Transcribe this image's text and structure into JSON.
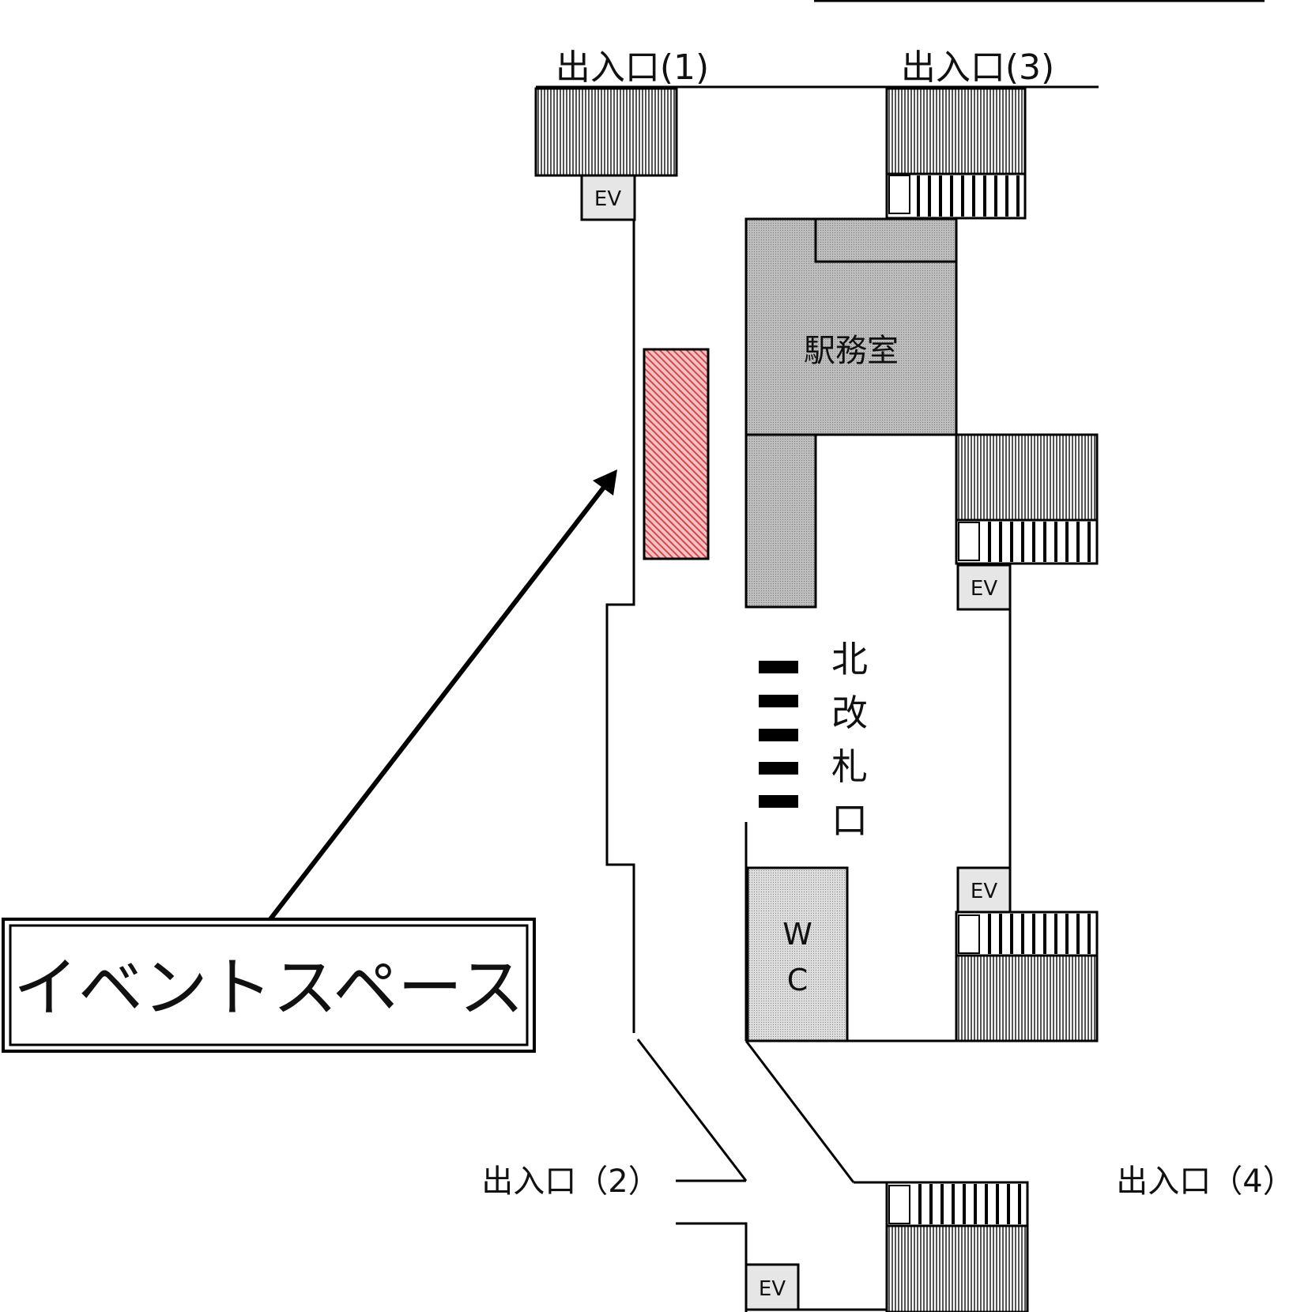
{
  "map": {
    "entrances": {
      "e1": "出入口(1)",
      "e2": "出入口（2）",
      "e3": "出入口(3)",
      "e4": "出入口（4）"
    },
    "rooms": {
      "station_office": "駅務室",
      "wc_line1": "W",
      "wc_line2": "C"
    },
    "gate": {
      "label": [
        "北",
        "改",
        "札",
        "口"
      ]
    },
    "elevator_label": "EV",
    "callout": {
      "text": "イベントスペース"
    },
    "colors": {
      "event_space_fill": "#f2b8b8",
      "event_space_hatch": "#d8454d",
      "office_fill": "#b5b5b5",
      "wc_fill": "#d4d4d4",
      "stair_stripes": "#555555",
      "line": "#000000"
    }
  }
}
